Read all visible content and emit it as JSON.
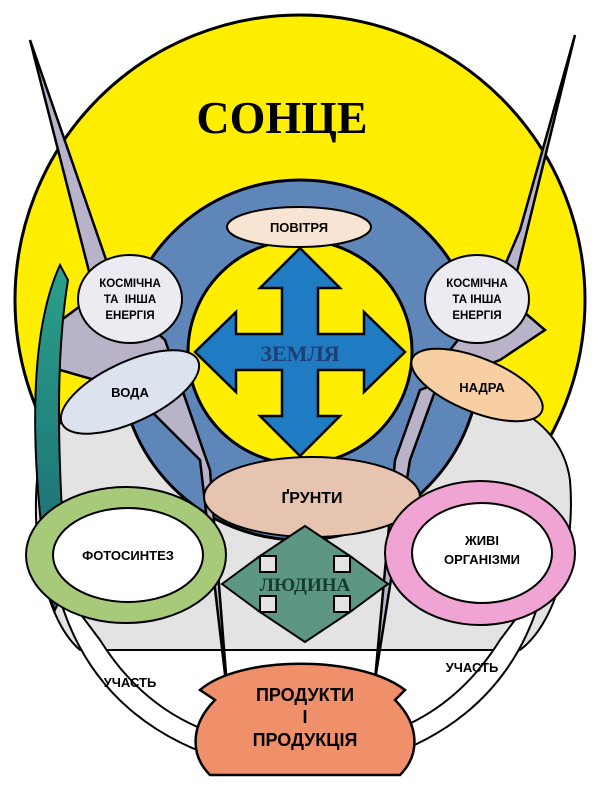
{
  "sun": {
    "label": "СОНЦЕ",
    "color": "#ffee00"
  },
  "earth": {
    "label": "ЗЕМЛЯ",
    "color": "#5f86b8",
    "core_color": "#ffee00",
    "arrow_color": "#1f7cc2"
  },
  "nodes": {
    "air": "ПОВІТРЯ",
    "cosmic_left": [
      "КОСМІЧНА",
      "ТА  ІНША",
      "ЕНЕРГІЯ"
    ],
    "cosmic_right": [
      "КОСМІЧНА",
      "ТА ІНША",
      "ЕНЕРГІЯ"
    ],
    "water": "ВОДА",
    "subsoil": "НАДРА",
    "soil": "ҐРУНТИ",
    "photosynthesis": "ФОТОСИНТЕЗ",
    "organisms": [
      "ЖИВІ",
      "ОРГАНІЗМИ"
    ],
    "human": "ЛЮДИНА",
    "participation_left": "УЧАСТЬ",
    "participation_right": "УЧАСТЬ",
    "products": [
      "ПРОДУКТИ",
      "І",
      "ПРОДУКЦІЯ"
    ]
  },
  "colors": {
    "beam": "#b8b3c8",
    "node_fill": "#ecebf2",
    "air_fill": "#f8e4d2",
    "water_fill": "#dde2ef",
    "subsoil_fill": "#f7cfa3",
    "soil_fill": "#e6c4b0",
    "photo_ring": "#a6c97a",
    "organism_ring": "#f0a4d4",
    "human_arrow": "#5e9684",
    "products_fill": "#f0906a",
    "flow_arrow": "#1e7e7a",
    "gray_band": "#e3e3e3"
  }
}
